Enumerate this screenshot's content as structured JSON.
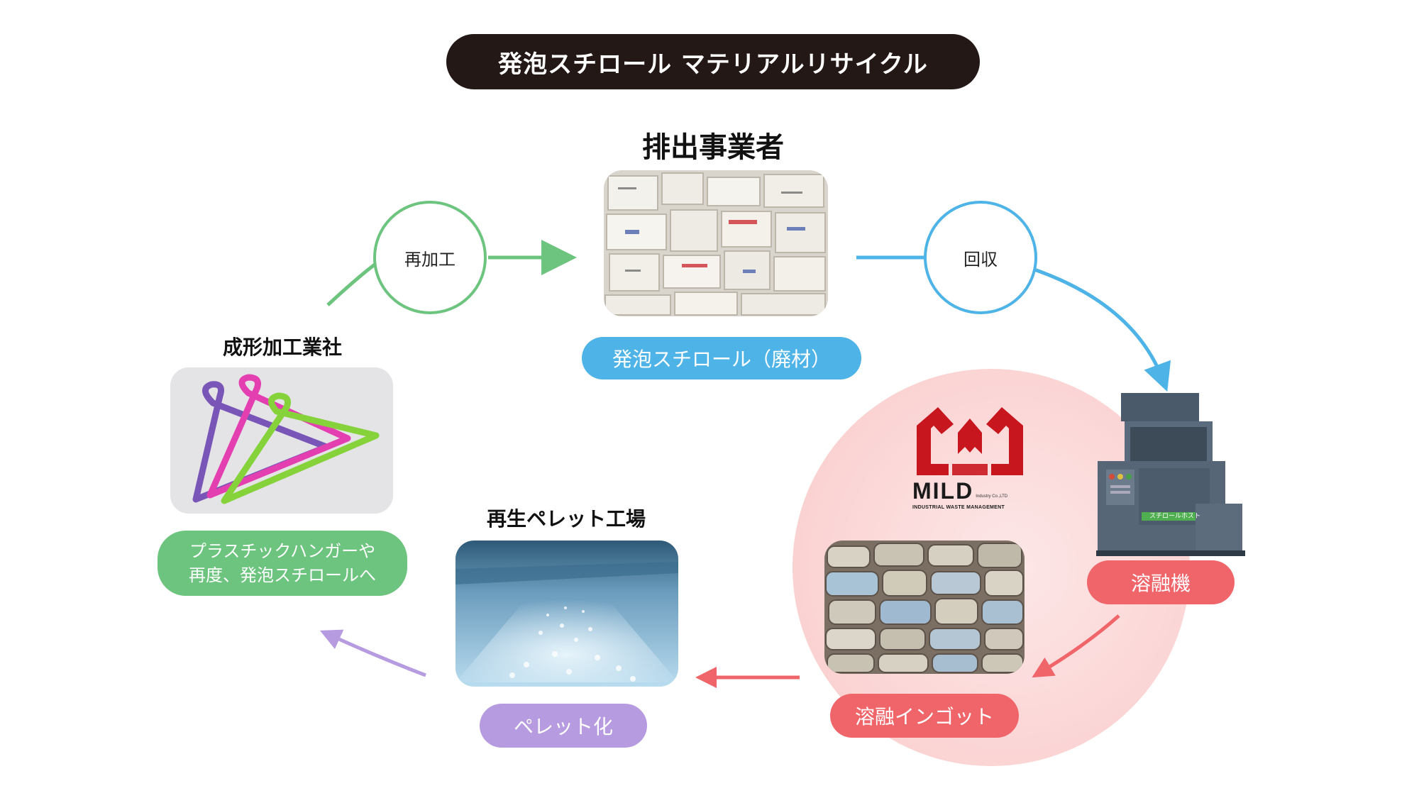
{
  "title": "発泡スチロール マテリアルリサイクル",
  "nodes": {
    "emitter": {
      "heading": "排出事業者",
      "label": "発泡スチロール（廃材）"
    },
    "melter": {
      "label": "溶融機",
      "machine_text": "スチロールホスト"
    },
    "ingot": {
      "label": "溶融インゴット"
    },
    "pellet": {
      "heading": "再生ペレット工場",
      "label": "ペレット化"
    },
    "molder": {
      "heading": "成形加工業社",
      "label_line1": "プラスチックハンガーや",
      "label_line2": "再度、発泡スチロールへ"
    }
  },
  "steps": {
    "reprocess": "再加工",
    "collect": "回収"
  },
  "logo": {
    "name": "MILD",
    "suffix": "Industry Co.,LTD",
    "tagline": "INDUSTRIAL WASTE MANAGEMENT"
  },
  "colors": {
    "dark": "#231815",
    "blue": "#4eb3e6",
    "green": "#6cc47e",
    "red": "#f0656a",
    "purple": "#b79be0",
    "pink_zone": "#fde2e2",
    "logo_red": "#c8161e"
  }
}
